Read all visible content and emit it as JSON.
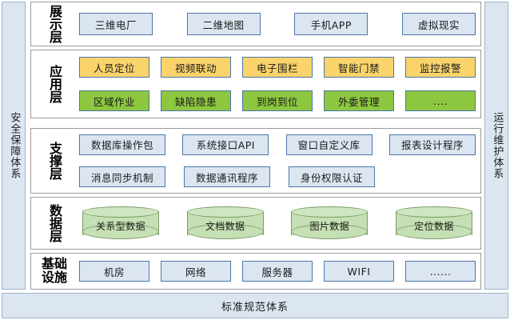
{
  "pillars": {
    "left": {
      "label": "安全保障体系"
    },
    "right": {
      "label": "运行维护体系"
    }
  },
  "bottom_band": {
    "label": "标准规范体系"
  },
  "layers": [
    {
      "key": "presentation",
      "label": "展示层",
      "rows": [
        {
          "style": "blue",
          "items": [
            "三维电厂",
            "二维地图",
            "手机APP",
            "虚拟现实"
          ]
        }
      ]
    },
    {
      "key": "application",
      "label": "应用层",
      "rows": [
        {
          "style": "orange",
          "items": [
            "人员定位",
            "视频联动",
            "电子围栏",
            "智能门禁",
            "监控报警"
          ]
        },
        {
          "style": "green",
          "items": [
            "区域作业",
            "缺陷隐患",
            "到岗到位",
            "外委管理",
            "...."
          ]
        }
      ]
    },
    {
      "key": "support",
      "label": "支撑层",
      "rows": [
        {
          "style": "blue",
          "items": [
            "数据库操作包",
            "系统接口API",
            "窗口自定义库",
            "报表设计程序"
          ]
        },
        {
          "style": "blue",
          "items": [
            "消息同步机制",
            "数据通讯程序",
            "身份权限认证"
          ]
        }
      ]
    },
    {
      "key": "data",
      "label": "数据层",
      "rows": [
        {
          "style": "cylinder",
          "items": [
            "关系型数据",
            "文档数据",
            "图片数据",
            "定位数据"
          ]
        }
      ]
    },
    {
      "key": "infrastructure",
      "label": "基础设施",
      "label_lines": [
        "基础",
        "设施"
      ],
      "rows": [
        {
          "style": "blue",
          "items": [
            "机房",
            "网络",
            "服务器",
            "WIFI",
            "......"
          ]
        }
      ]
    }
  ],
  "colors": {
    "pillar_fill": "#DCE6F1",
    "pillar_border": "#9DB3CE",
    "node_blue_fill": "#DCE6F1",
    "node_blue_border": "#4A77A8",
    "node_orange_fill": "#FAD46B",
    "node_green_fill": "#8DC63F",
    "cylinder_fill": "#C5E0B4",
    "cylinder_border": "#7D9B68",
    "panel_border": "#9A9A9A",
    "background": "#FFFFFF"
  }
}
